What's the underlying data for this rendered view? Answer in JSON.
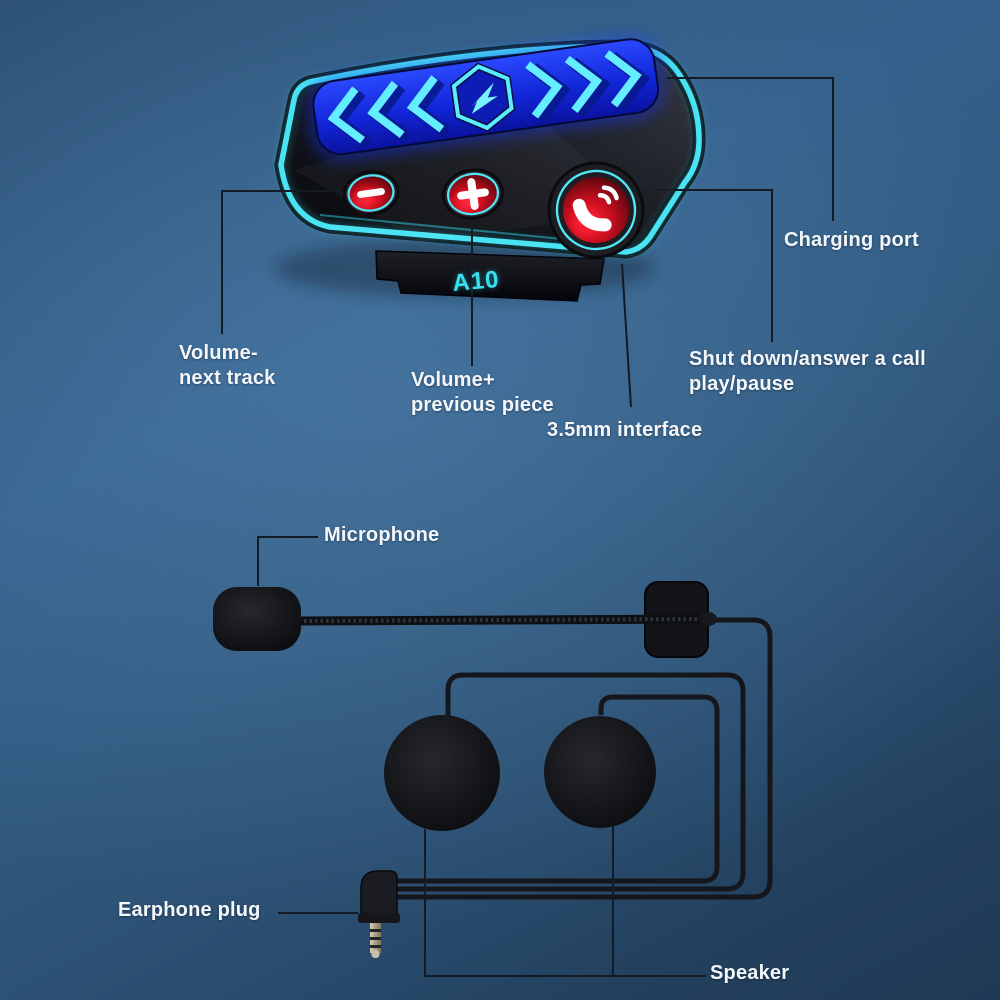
{
  "device": {
    "model": "A10",
    "type_hint": "helmet bluetooth headset control unit"
  },
  "labels": {
    "charging_port": "Charging port",
    "volume_minus_line1": "Volume-",
    "volume_minus_line2": "next track",
    "volume_plus_line1": "Volume+",
    "volume_plus_line2": "previous piece",
    "call_line1": "Shut down/answer a call",
    "call_line2": "play/pause",
    "aux": "3.5mm interface",
    "microphone": "Microphone",
    "earphone_plug": "Earphone plug",
    "speaker": "Speaker"
  },
  "icons": {
    "minus-icon": "−",
    "plus-icon": "+",
    "phone-icon": "✆",
    "chevron-left-icon": "«",
    "chevron-right-icon": "»",
    "hexagon-logo-icon": "⬡"
  },
  "colors": {
    "background_blue": "#315a80",
    "accent_cyan": "#4fe6f6",
    "led_glow_blue": "#1430e0",
    "button_red": "#c90f20",
    "device_black": "#111318",
    "label_text": "#f4f7fa",
    "leader_line": "#141b25",
    "model_text_cyan": "#3be0ec"
  }
}
